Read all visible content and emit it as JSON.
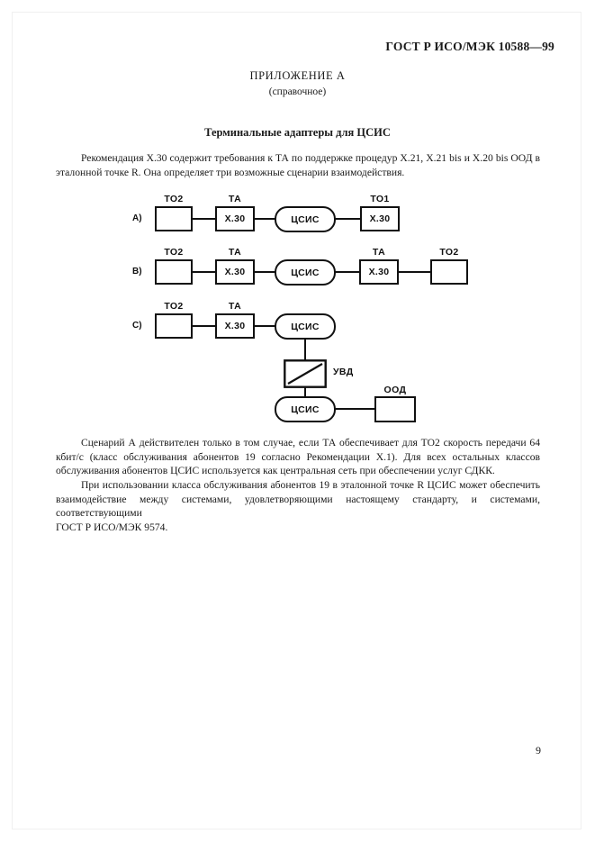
{
  "document": {
    "standard_header": "ГОСТ Р ИСО/МЭК 10588—99",
    "annex_title": "ПРИЛОЖЕНИЕ А",
    "annex_subtitle": "(справочное)",
    "section_title": "Терминальные адаптеры для ЦСИС",
    "page_number": "9"
  },
  "paragraphs": {
    "intro": "Рекомендация Х.30 содержит требования к ТА по поддержке процедур Х.21, Х.21 bis и Х.20 bis ООД в эталонной точке R. Она определяет три возможные сценарии взаимодействия.",
    "outro_1": "Сценарий А действителен только в том случае, если ТА обеспечивает для ТО2 скорость передачи 64 кбит/с (класс обслуживания абонентов 19 согласно Рекомендации Х.1). Для всех остальных классов обслуживания абонентов ЦСИС используется как центральная сеть при обеспечении услуг СДКК.",
    "outro_2": "При использовании класса обслуживания абонентов 19 в эталонной точке R ЦСИС может обеспечить взаимодействие между системами, удовлетворяющими настоящему стандарту, и системами, соответствующими",
    "outro_2_last_line": "ГОСТ Р ИСО/МЭК 9574."
  },
  "diagram": {
    "rows": [
      {
        "label": "A)",
        "nodes": [
          {
            "caption": "ТО2",
            "text": ""
          },
          {
            "caption": "ТА",
            "text": "Х.30"
          },
          {
            "caption": "",
            "text": "ЦСИС"
          },
          {
            "caption": "ТО1",
            "text": "Х.30"
          }
        ]
      },
      {
        "label": "B)",
        "nodes": [
          {
            "caption": "ТО2",
            "text": ""
          },
          {
            "caption": "ТА",
            "text": "Х.30"
          },
          {
            "caption": "",
            "text": "ЦСИС"
          },
          {
            "caption": "ТА",
            "text": "Х.30"
          },
          {
            "caption": "ТО2",
            "text": ""
          }
        ]
      },
      {
        "label": "C)",
        "nodes": [
          {
            "caption": "ТО2",
            "text": ""
          },
          {
            "caption": "ТА",
            "text": "Х.30"
          },
          {
            "caption": "",
            "text": "ЦСИС"
          }
        ],
        "branch": [
          {
            "caption": "УВД",
            "text": ""
          },
          {
            "caption": "",
            "text": "ЦСИС"
          },
          {
            "caption": "ООД",
            "text": ""
          }
        ]
      }
    ]
  },
  "colors": {
    "ink": "#111111",
    "paper": "#ffffff"
  }
}
